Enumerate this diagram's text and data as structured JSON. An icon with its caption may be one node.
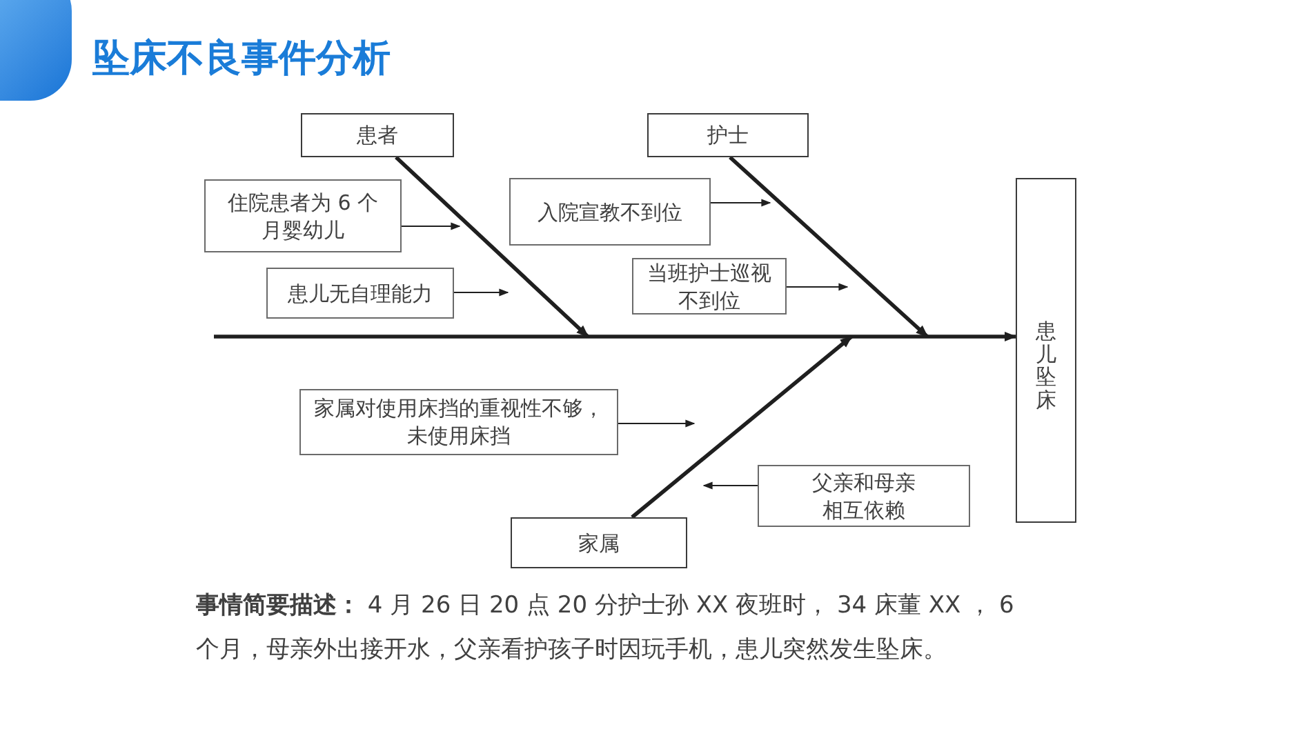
{
  "diagram": {
    "title": "坠床不良事件分析",
    "nodes": [
      {
        "text": [
          "患者"
        ]
      },
      {
        "text": [
          "护士"
        ]
      },
      {
        "text": [
          "家属"
        ]
      },
      {
        "text": [
          "住院患者为 6 个月婴幼儿"
        ]
      },
      {
        "text": [
          "患儿无自理能力"
        ]
      },
      {
        "text": [
          "入院宣教不到位"
        ]
      },
      {
        "text": [
          "当班护士巡视不到位"
        ]
      },
      {
        "text": [
          "家属对使用床挡的重视性不够，未使用床挡"
        ]
      },
      {
        "text": [
          "父亲和母亲相互依赖"
        ]
      },
      {
        "text": [
          "患儿坠床"
        ]
      }
    ],
    "edges": [
      {
        "from": null,
        "to": 9,
        "arrow": "to",
        "style": "thick"
      },
      {
        "from": 0,
        "to": null,
        "arrow": "to",
        "style": "thick"
      },
      {
        "from": 1,
        "to": null,
        "arrow": "to",
        "style": "thick"
      },
      {
        "from": 2,
        "to": null,
        "arrow": "to",
        "style": "thick"
      },
      {
        "from": 3,
        "to": null,
        "arrow": "to"
      },
      {
        "from": 4,
        "to": null,
        "arrow": "to"
      },
      {
        "from": 5,
        "to": null,
        "arrow": "to"
      },
      {
        "from": 6,
        "to": null,
        "arrow": "to"
      },
      {
        "from": 7,
        "to": null,
        "arrow": "to"
      },
      {
        "from": 8,
        "to": null,
        "arrow": "to"
      }
    ],
    "caption": "**事情简要描述：** 4 月 26 日 20 点 20 分护士孙 XX 夜班时， 34 床董 XX ， 6 个月，母亲外出接开水，父亲看护孩子时因玩手机，患儿突然发生坠床。"
  }
}
